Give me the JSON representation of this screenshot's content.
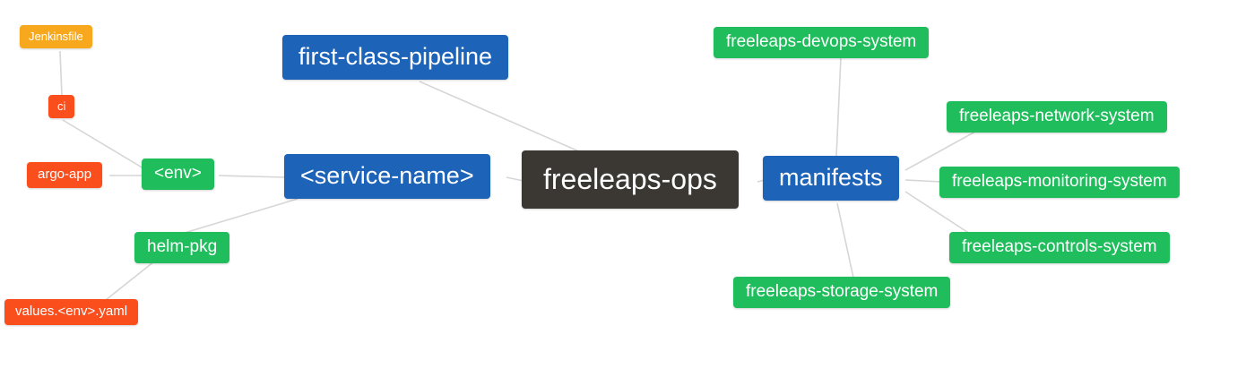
{
  "diagram": {
    "title": "freeleaps-ops mind map",
    "root": "freeleaps-ops",
    "colors": {
      "blue": "#1d63b8",
      "green": "#1fbd5c",
      "orange_red": "#fb4e1d",
      "amber": "#f8a81c",
      "dark": "#3b3733",
      "edge": "#d6d6d6",
      "background": "#ffffff"
    },
    "nodes": [
      {
        "id": "jenkinsfile",
        "label": "Jenkinsfile",
        "color": "amber"
      },
      {
        "id": "ci",
        "label": "ci",
        "color": "orange_red"
      },
      {
        "id": "argo-app",
        "label": "argo-app",
        "color": "orange_red"
      },
      {
        "id": "env",
        "label": "<env>",
        "color": "green"
      },
      {
        "id": "service-name",
        "label": "<service-name>",
        "color": "blue"
      },
      {
        "id": "first-class-pipeline",
        "label": "first-class-pipeline",
        "color": "blue"
      },
      {
        "id": "freeleaps-ops",
        "label": "freeleaps-ops",
        "color": "dark"
      },
      {
        "id": "manifests",
        "label": "manifests",
        "color": "blue"
      },
      {
        "id": "helm-pkg",
        "label": "helm-pkg",
        "color": "green"
      },
      {
        "id": "values-env-yaml",
        "label": "values.<env>.yaml",
        "color": "orange_red"
      },
      {
        "id": "freeleaps-devops-system",
        "label": "freeleaps-devops-system",
        "color": "green"
      },
      {
        "id": "freeleaps-network-system",
        "label": "freeleaps-network-system",
        "color": "green"
      },
      {
        "id": "freeleaps-monitoring-system",
        "label": "freeleaps-monitoring-system",
        "color": "green"
      },
      {
        "id": "freeleaps-controls-system",
        "label": "freeleaps-controls-system",
        "color": "green"
      },
      {
        "id": "freeleaps-storage-system",
        "label": "freeleaps-storage-system",
        "color": "green"
      }
    ],
    "edges": [
      {
        "from": "jenkinsfile",
        "to": "ci"
      },
      {
        "from": "ci",
        "to": "env"
      },
      {
        "from": "argo-app",
        "to": "env"
      },
      {
        "from": "env",
        "to": "service-name"
      },
      {
        "from": "helm-pkg",
        "to": "service-name"
      },
      {
        "from": "values-env-yaml",
        "to": "helm-pkg"
      },
      {
        "from": "first-class-pipeline",
        "to": "freeleaps-ops"
      },
      {
        "from": "service-name",
        "to": "freeleaps-ops"
      },
      {
        "from": "freeleaps-ops",
        "to": "manifests"
      },
      {
        "from": "manifests",
        "to": "freeleaps-devops-system"
      },
      {
        "from": "manifests",
        "to": "freeleaps-network-system"
      },
      {
        "from": "manifests",
        "to": "freeleaps-monitoring-system"
      },
      {
        "from": "manifests",
        "to": "freeleaps-controls-system"
      },
      {
        "from": "manifests",
        "to": "freeleaps-storage-system"
      }
    ]
  }
}
